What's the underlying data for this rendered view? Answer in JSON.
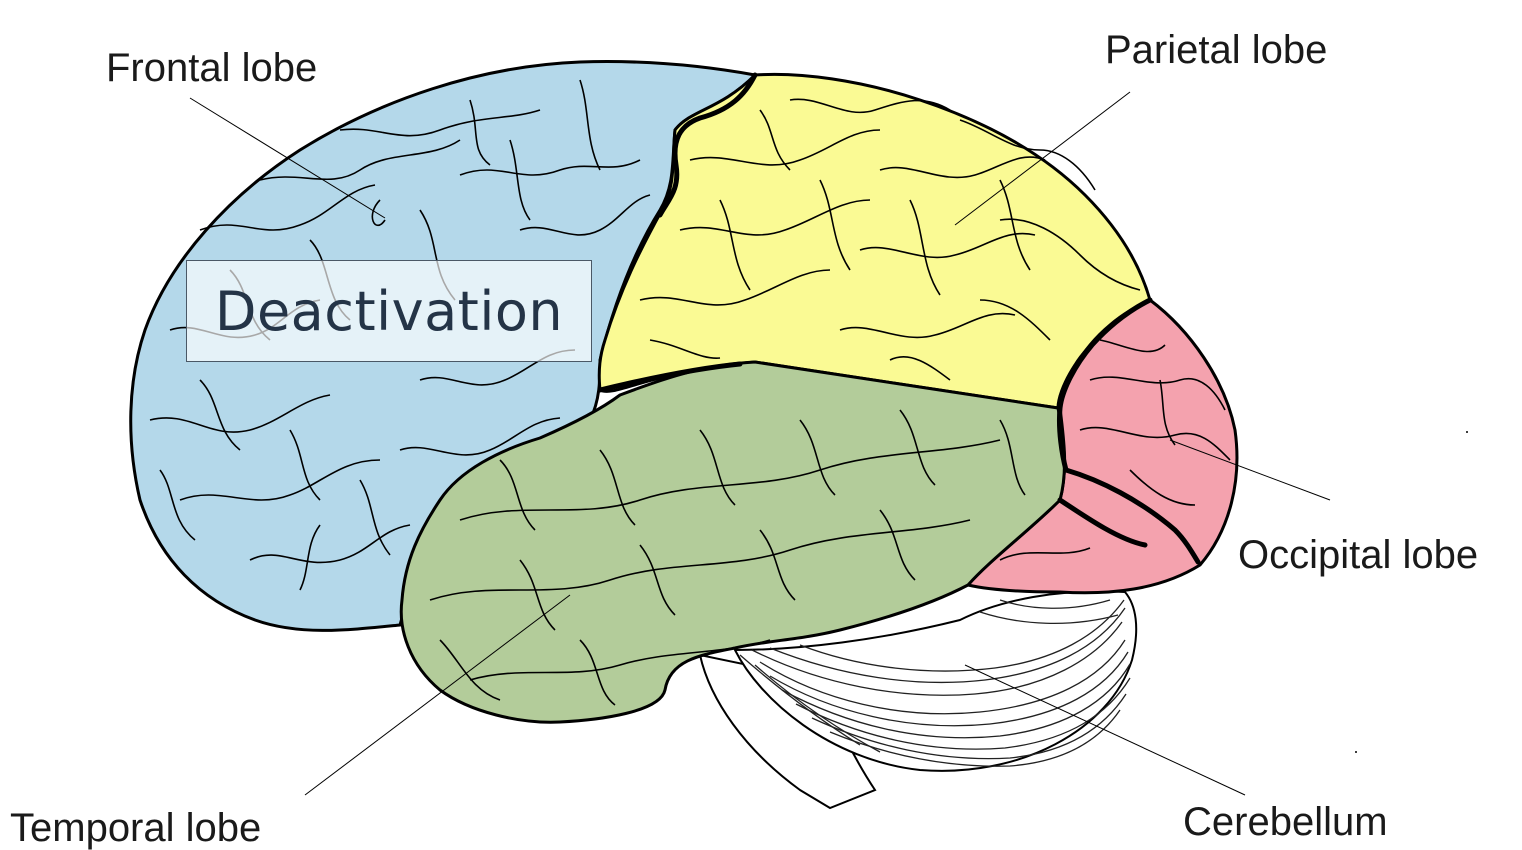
{
  "labels": {
    "frontal": "Frontal lobe",
    "parietal": "Parietal lobe",
    "occipital": "Occipital lobe",
    "temporal": "Temporal lobe",
    "cerebellum": "Cerebellum"
  },
  "overlay": {
    "text": "Deactivation"
  },
  "colors": {
    "frontal": "#b4d8ea",
    "parietal": "#fafa94",
    "temporal": "#b3cc9a",
    "occipital": "#f4a2ae",
    "cerebellum": "#ffffff",
    "outline": "#000000"
  }
}
